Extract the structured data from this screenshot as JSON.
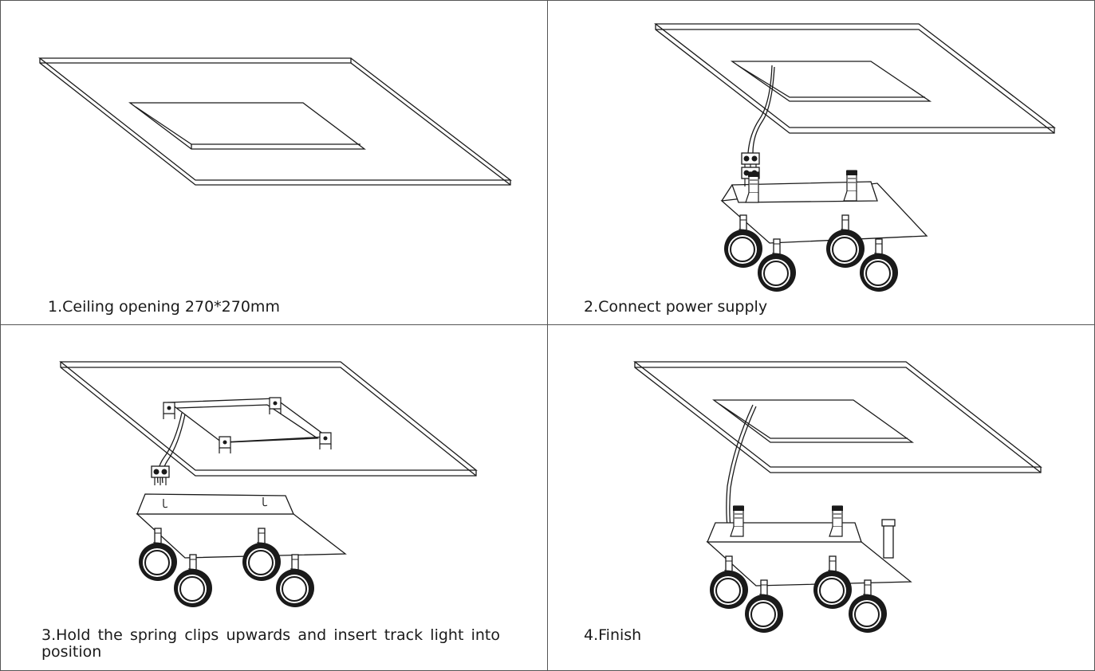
{
  "steps": [
    {
      "number": 1,
      "caption": "1.Ceiling opening 270*270mm"
    },
    {
      "number": 2,
      "caption": "2.Connect power supply"
    },
    {
      "number": 3,
      "caption": "3.Hold the spring clips upwards and insert track light into position"
    },
    {
      "number": 4,
      "caption": "4.Finish"
    }
  ],
  "colors": {
    "line": "#1a1a1a",
    "frame": "#555555",
    "background": "#ffffff"
  }
}
